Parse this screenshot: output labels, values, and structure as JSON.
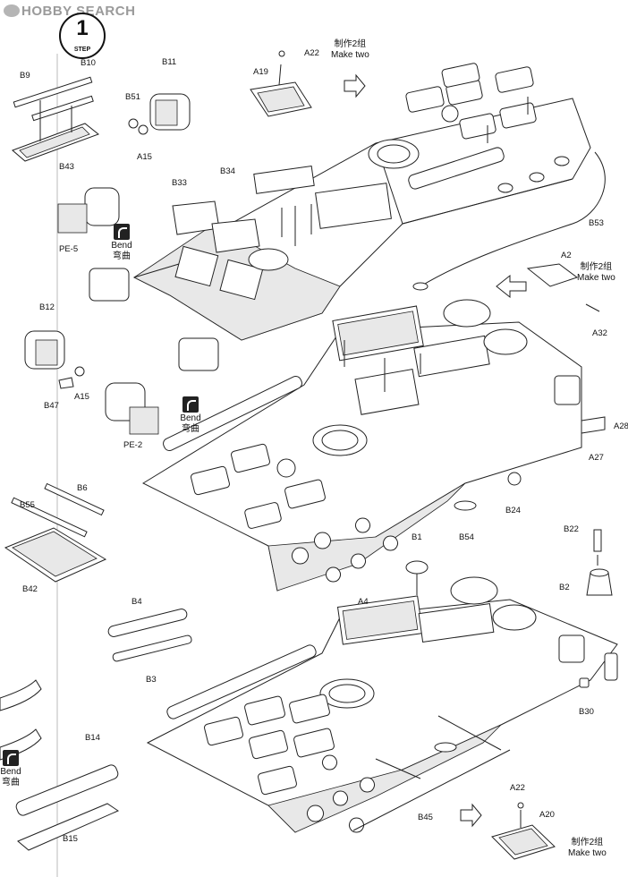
{
  "watermark": "HOBBY SEARCH",
  "step": {
    "number": "1",
    "label": "STEP"
  },
  "instructions": {
    "make_two_cn": "制作2组",
    "make_two_en": "Make two",
    "bend_en": "Bend",
    "bend_cn": "弯曲"
  },
  "part_labels": {
    "a22_top": "A22",
    "a19": "A19",
    "b9": "B9",
    "b10": "B10",
    "b43": "B43",
    "b11": "B11",
    "b51": "B51",
    "a15_top": "A15",
    "b33": "B33",
    "b34": "B34",
    "pe5": "PE-5",
    "b53": "B53",
    "a2": "A2",
    "a32": "A32",
    "b12": "B12",
    "a15_mid": "A15",
    "b47": "B47",
    "pe2": "PE-2",
    "a28": "A28",
    "a27": "A27",
    "b24": "B24",
    "b54": "B54",
    "b6": "B6",
    "b55": "B55",
    "b42": "B42",
    "a4": "A4",
    "b1": "B1",
    "b22": "B22",
    "b2": "B2",
    "b4": "B4",
    "b3": "B3",
    "b30": "B30",
    "b14": "B14",
    "b45": "B45",
    "b15": "B15",
    "a22_bot": "A22",
    "a20": "A20"
  },
  "colors": {
    "line": "#222222",
    "watermark": "#9a9a9a"
  }
}
